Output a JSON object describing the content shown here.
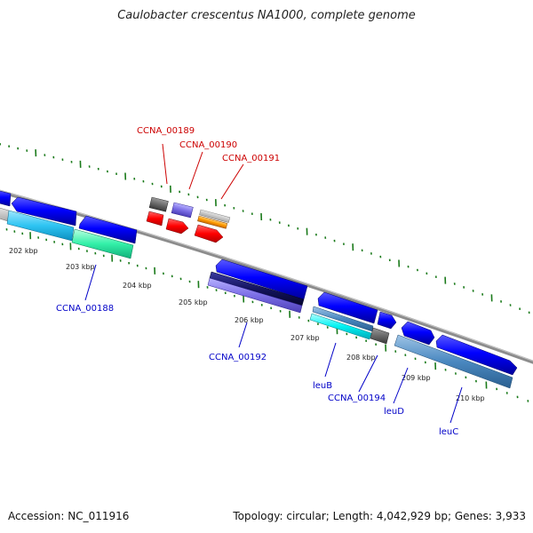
{
  "title": "Caulobacter crescentus NA1000, complete genome",
  "footer": {
    "accession": "Accession: NC_011916",
    "summary": "Topology: circular; Length: 4,042,929 bp; Genes: 3,933"
  },
  "colors": {
    "backbone": "#8c8c8c",
    "tick_major": "#1a7a1a",
    "tick_minor": "#1a7a1a",
    "label_top": "#cc0000",
    "label_bottom": "#0000c8"
  },
  "kbp_ticks": [
    "202 kbp",
    "203 kbp",
    "204 kbp",
    "205 kbp",
    "206 kbp",
    "207 kbp",
    "208 kbp",
    "209 kbp",
    "210 kbp"
  ],
  "gene_labels_top": [
    "CCNA_00189",
    "CCNA_00190",
    "CCNA_00191"
  ],
  "gene_labels_bottom": [
    "CCNA_00188",
    "CCNA_00192",
    "leuB",
    "CCNA_00194",
    "leuD",
    "leuC"
  ]
}
